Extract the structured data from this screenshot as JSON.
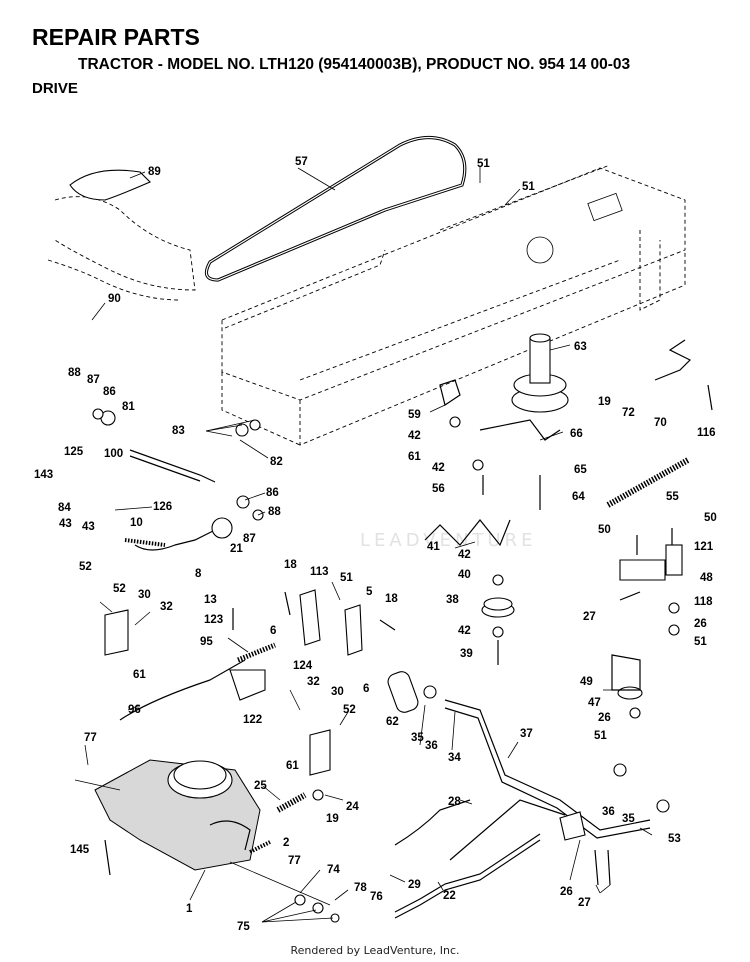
{
  "header": {
    "title": "REPAIR PARTS",
    "subtitle": "TRACTOR - MODEL NO. LTH120 (954140003B), PRODUCT NO. 954 14 00-03",
    "section": "DRIVE"
  },
  "footer": "Rendered by LeadVenture, Inc.",
  "watermark": "LEADVENTURE",
  "callouts": {
    "c89": "89",
    "c57": "57",
    "c51a": "51",
    "c51b": "51",
    "c90": "90",
    "c63": "63",
    "c19a": "19",
    "c72": "72",
    "c70": "70",
    "c116": "116",
    "c88a": "88",
    "c87a": "87",
    "c86a": "86",
    "c81": "81",
    "c83": "83",
    "c82": "82",
    "c59": "59",
    "c42a": "42",
    "c61a": "61",
    "c66": "66",
    "c42b": "42",
    "c65": "65",
    "c56": "56",
    "c64": "64",
    "c55": "55",
    "c125": "125",
    "c100": "100",
    "c143": "143",
    "c84": "84",
    "c43a": "43",
    "c43b": "43",
    "c126": "126",
    "c86b": "86",
    "c88b": "88",
    "c87b": "87",
    "c21": "21",
    "c10": "10",
    "c8": "8",
    "c41": "41",
    "c42c": "42",
    "c40": "40",
    "c50a": "50",
    "c50b": "50",
    "c121": "121",
    "c48": "48",
    "c52a": "52",
    "c52b": "52",
    "c30a": "30",
    "c32a": "32",
    "c61b": "61",
    "c18a": "18",
    "c113": "113",
    "c51c": "51",
    "c5": "5",
    "c18b": "18",
    "c13": "13",
    "c123": "123",
    "c6a": "6",
    "c6b": "6",
    "c38": "38",
    "c42d": "42",
    "c39": "39",
    "c27a": "27",
    "c118": "118",
    "c26a": "26",
    "c51d": "51",
    "c95": "95",
    "c124": "124",
    "c122": "122",
    "c96": "96",
    "c32b": "32",
    "c30b": "30",
    "c52c": "52",
    "c61c": "61",
    "c62": "62",
    "c35a": "35",
    "c36a": "36",
    "c34": "34",
    "c37": "37",
    "c49": "49",
    "c47": "47",
    "c26b": "26",
    "c51e": "51",
    "c77a": "77",
    "c25": "25",
    "c24": "24",
    "c19b": "19",
    "c145": "145",
    "c2": "2",
    "c77b": "77",
    "c28": "28",
    "c36b": "36",
    "c35b": "35",
    "c53": "53",
    "c1": "1",
    "c74": "74",
    "c78": "78",
    "c76": "76",
    "c75": "75",
    "c29": "29",
    "c22": "22",
    "c26c": "26",
    "c27b": "27"
  }
}
